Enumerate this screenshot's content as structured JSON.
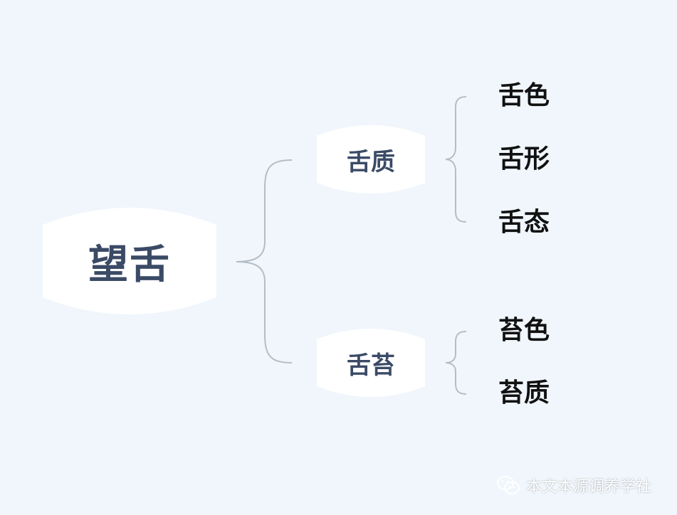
{
  "root": {
    "label": "望舌"
  },
  "branches": [
    {
      "label": "舌质",
      "children": [
        "舌色",
        "舌形",
        "舌态"
      ]
    },
    {
      "label": "舌苔",
      "children": [
        "苔色",
        "苔质"
      ]
    }
  ],
  "watermark": {
    "text": "本文本源调养学社",
    "icon": "wechat-icon"
  },
  "colors": {
    "background": "#f0f6fc",
    "node_fill": "#ffffff",
    "node_text": "#3b4a66",
    "leaf_text": "#111111",
    "connector": "#b4bcc6"
  }
}
